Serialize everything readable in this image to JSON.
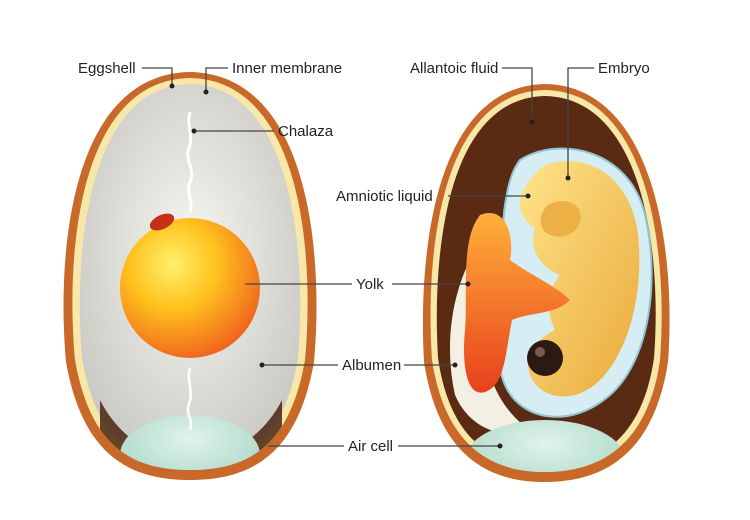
{
  "labels": {
    "eggshell": "Eggshell",
    "inner_membrane": "Inner membrane",
    "chalaza": "Chalaza",
    "yolk": "Yolk",
    "albumen": "Albumen",
    "air_cell": "Air cell",
    "allantoic_fluid": "Allantoic fluid",
    "embryo": "Embryo",
    "amniotic_liquid": "Amniotic liquid"
  },
  "colors": {
    "shell": "#c8692a",
    "membrane": "#f7e7a8",
    "albumen": "#e7e6e0",
    "yolk_center": "#ffcf2e",
    "yolk_edge": "#f0641e",
    "air_cell": "#bfe3d6",
    "allantois_dark": "#5a2a12",
    "amnion": "#d6eef3",
    "embryo": "#f3c24f",
    "blood_red": "#e8401c"
  }
}
